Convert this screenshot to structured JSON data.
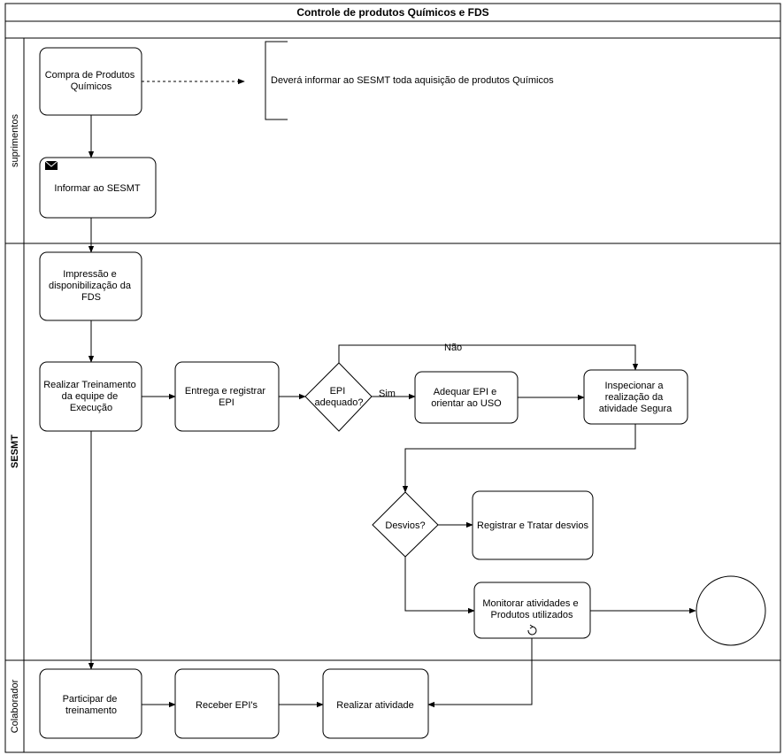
{
  "diagram": {
    "title": "Controle de produtos Químicos e FDS",
    "lanes": {
      "suprimentos": "suprimentos",
      "sesmt": "SESMT",
      "colaborador": "Colaborador"
    },
    "nodes": {
      "compra": [
        "Compra de Produtos",
        "Químicos"
      ],
      "informar": [
        "Informar ao SESMT"
      ],
      "annotation": [
        "Deverá informar ao SESMT toda aquisição de produtos Químicos"
      ],
      "impressao": [
        "Impressão e",
        "disponibilização da",
        "FDS"
      ],
      "treinamento": [
        "Realizar Treinamento",
        "da equipe de",
        "Execução"
      ],
      "entrega": [
        "Entrega e registrar",
        "EPI"
      ],
      "epi_adequado": [
        "EPI",
        "adequado?"
      ],
      "adequar": [
        "Adequar EPI e",
        "orientar ao USO"
      ],
      "inspecionar": [
        "Inspecionar a",
        "realização da",
        "atividade Segura"
      ],
      "desvios": [
        "Desvios?"
      ],
      "registrar": [
        "Registrar e Tratar desvios"
      ],
      "monitorar": [
        "Monitorar atividades e",
        "Produtos utilizados"
      ],
      "participar": [
        "Participar de",
        "treinamento"
      ],
      "receber": [
        "Receber EPI's"
      ],
      "realizar": [
        "Realizar atividade"
      ]
    },
    "edge_labels": {
      "sim": "Sim",
      "nao": "Não"
    }
  }
}
